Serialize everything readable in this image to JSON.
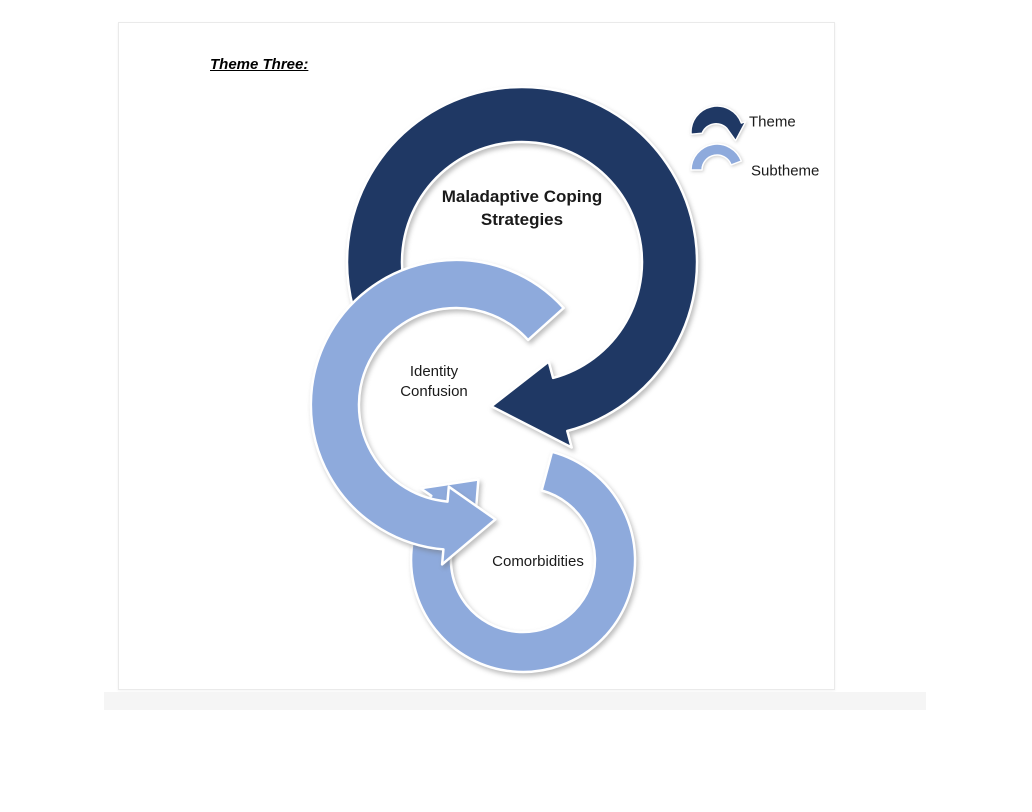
{
  "page": {
    "heading": "Theme Three:"
  },
  "diagram": {
    "theme": {
      "label": "Maladaptive Coping\nStrategies"
    },
    "subthemes": [
      {
        "label": "Identity\nConfusion"
      },
      {
        "label": "Comorbidities"
      }
    ]
  },
  "legend": {
    "theme_label": "Theme",
    "subtheme_label": "Subtheme"
  },
  "colors": {
    "theme": "#1F3864",
    "subtheme": "#8EAADC"
  }
}
